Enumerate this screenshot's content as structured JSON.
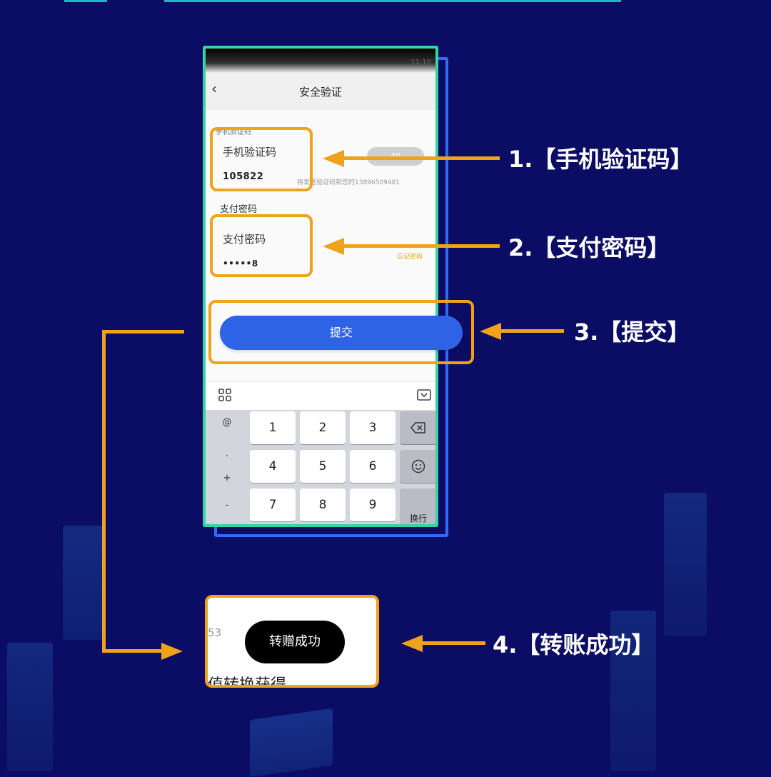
{
  "phone": {
    "status_time": "11:10",
    "header_title": "安全验证",
    "code_section_label": "手机验证码",
    "code_box_label": "手机验证码",
    "code_value": "105822",
    "countdown": "40",
    "sms_hint": "将发送验证码到您的13896509481",
    "password_section_label": "支付密码",
    "password_box_label": "支付密码",
    "password_value": "•••••8",
    "forgot_label": "忘记密码",
    "submit_label": "提交"
  },
  "keyboard": {
    "side_keys": [
      "@",
      ".",
      "+",
      "-"
    ],
    "rows": [
      [
        "1",
        "2",
        "3"
      ],
      [
        "4",
        "5",
        "6"
      ],
      [
        "7",
        "8",
        "9"
      ]
    ],
    "enter_label": "换行"
  },
  "annotations": {
    "step1": "1.【手机验证码】",
    "step2": "2.【支付密码】",
    "step3": "3.【提交】",
    "step4": "4.【转账成功】"
  },
  "result": {
    "bg_number": "53",
    "toast": "转赠成功",
    "bg_text": "值转换获得"
  },
  "colors": {
    "background": "#0b0c63",
    "highlight": "#f0a21a",
    "submit_button": "#2f63e6",
    "phone_border": "#35d4a4"
  }
}
